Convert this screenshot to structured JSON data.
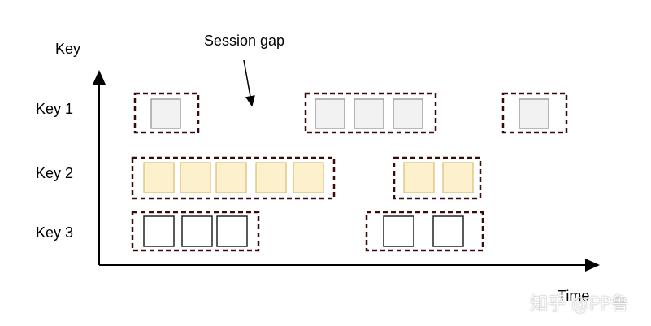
{
  "labels": {
    "y_axis": "Key",
    "x_axis": "Time",
    "session_gap": "Session gap",
    "watermark": "知乎 @PP鲁"
  },
  "keys": [
    {
      "label": "Key 1",
      "style": "gray",
      "sessions": [
        {
          "cells": 1
        },
        {
          "cells": 3
        },
        {
          "cells": 1
        }
      ]
    },
    {
      "label": "Key 2",
      "style": "yellow",
      "sessions": [
        {
          "cells": 5
        },
        {
          "cells": 2
        }
      ]
    },
    {
      "label": "Key 3",
      "style": "white",
      "sessions": [
        {
          "cells": 3
        },
        {
          "cells": 2
        }
      ]
    }
  ],
  "colors": {
    "session_border": "#3a0a0a",
    "axis": "#000000",
    "gray_fill": "#f2f2f2",
    "gray_stroke": "#8a8a8a",
    "yellow_fill": "#fdf0cc",
    "yellow_stroke": "#d8bf6e",
    "white_fill": "#ffffff",
    "white_stroke": "#222222"
  }
}
